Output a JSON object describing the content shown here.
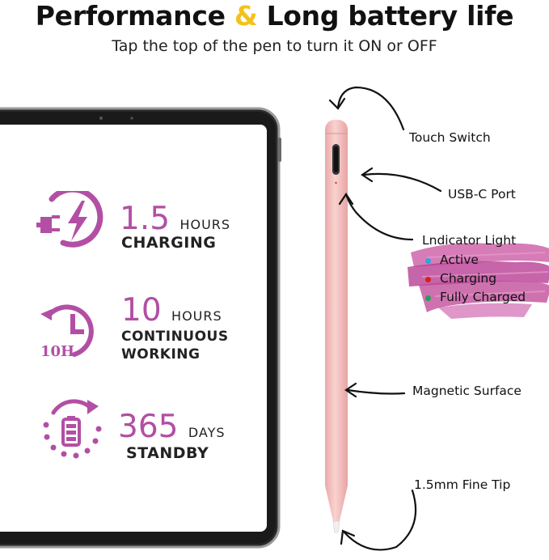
{
  "header": {
    "title_part1": "Performance",
    "title_amp": "&",
    "title_part2": "Long battery life",
    "subtitle": "Tap the top of the pen to turn it ON or OFF"
  },
  "specs": [
    {
      "value": "1.5",
      "unit": "HOURS",
      "line1": "CHARGING",
      "line2": "",
      "icon": "plug-lightning-icon"
    },
    {
      "value": "10",
      "unit": "HOURS",
      "line1": "CONTINUOUS",
      "line2": "WORKING",
      "icon": "clock-10h-icon",
      "icon_text": "10H"
    },
    {
      "value": "365",
      "unit": "DAYS",
      "line1": "STANDBY",
      "line2": "",
      "icon": "battery-cycle-icon"
    }
  ],
  "callouts": {
    "touch_switch": "Touch Switch",
    "usb_port": "USB-C Port",
    "indicator_title": "Lndicator Light",
    "indicator_items": [
      {
        "label": "Active",
        "color": "#2aa7e0"
      },
      {
        "label": "Charging",
        "color": "#d81e1e"
      },
      {
        "label": "Fully Charged",
        "color": "#23a05a"
      }
    ],
    "magnetic_surface": "Magnetic Surface",
    "fine_tip": "1.5mm Fine Tip"
  },
  "colors": {
    "accent_purple": "#b24fa4",
    "amp_yellow": "#f3c21a",
    "pen_pink": "#f6c3c3",
    "paint_magenta": "#c8509f"
  }
}
